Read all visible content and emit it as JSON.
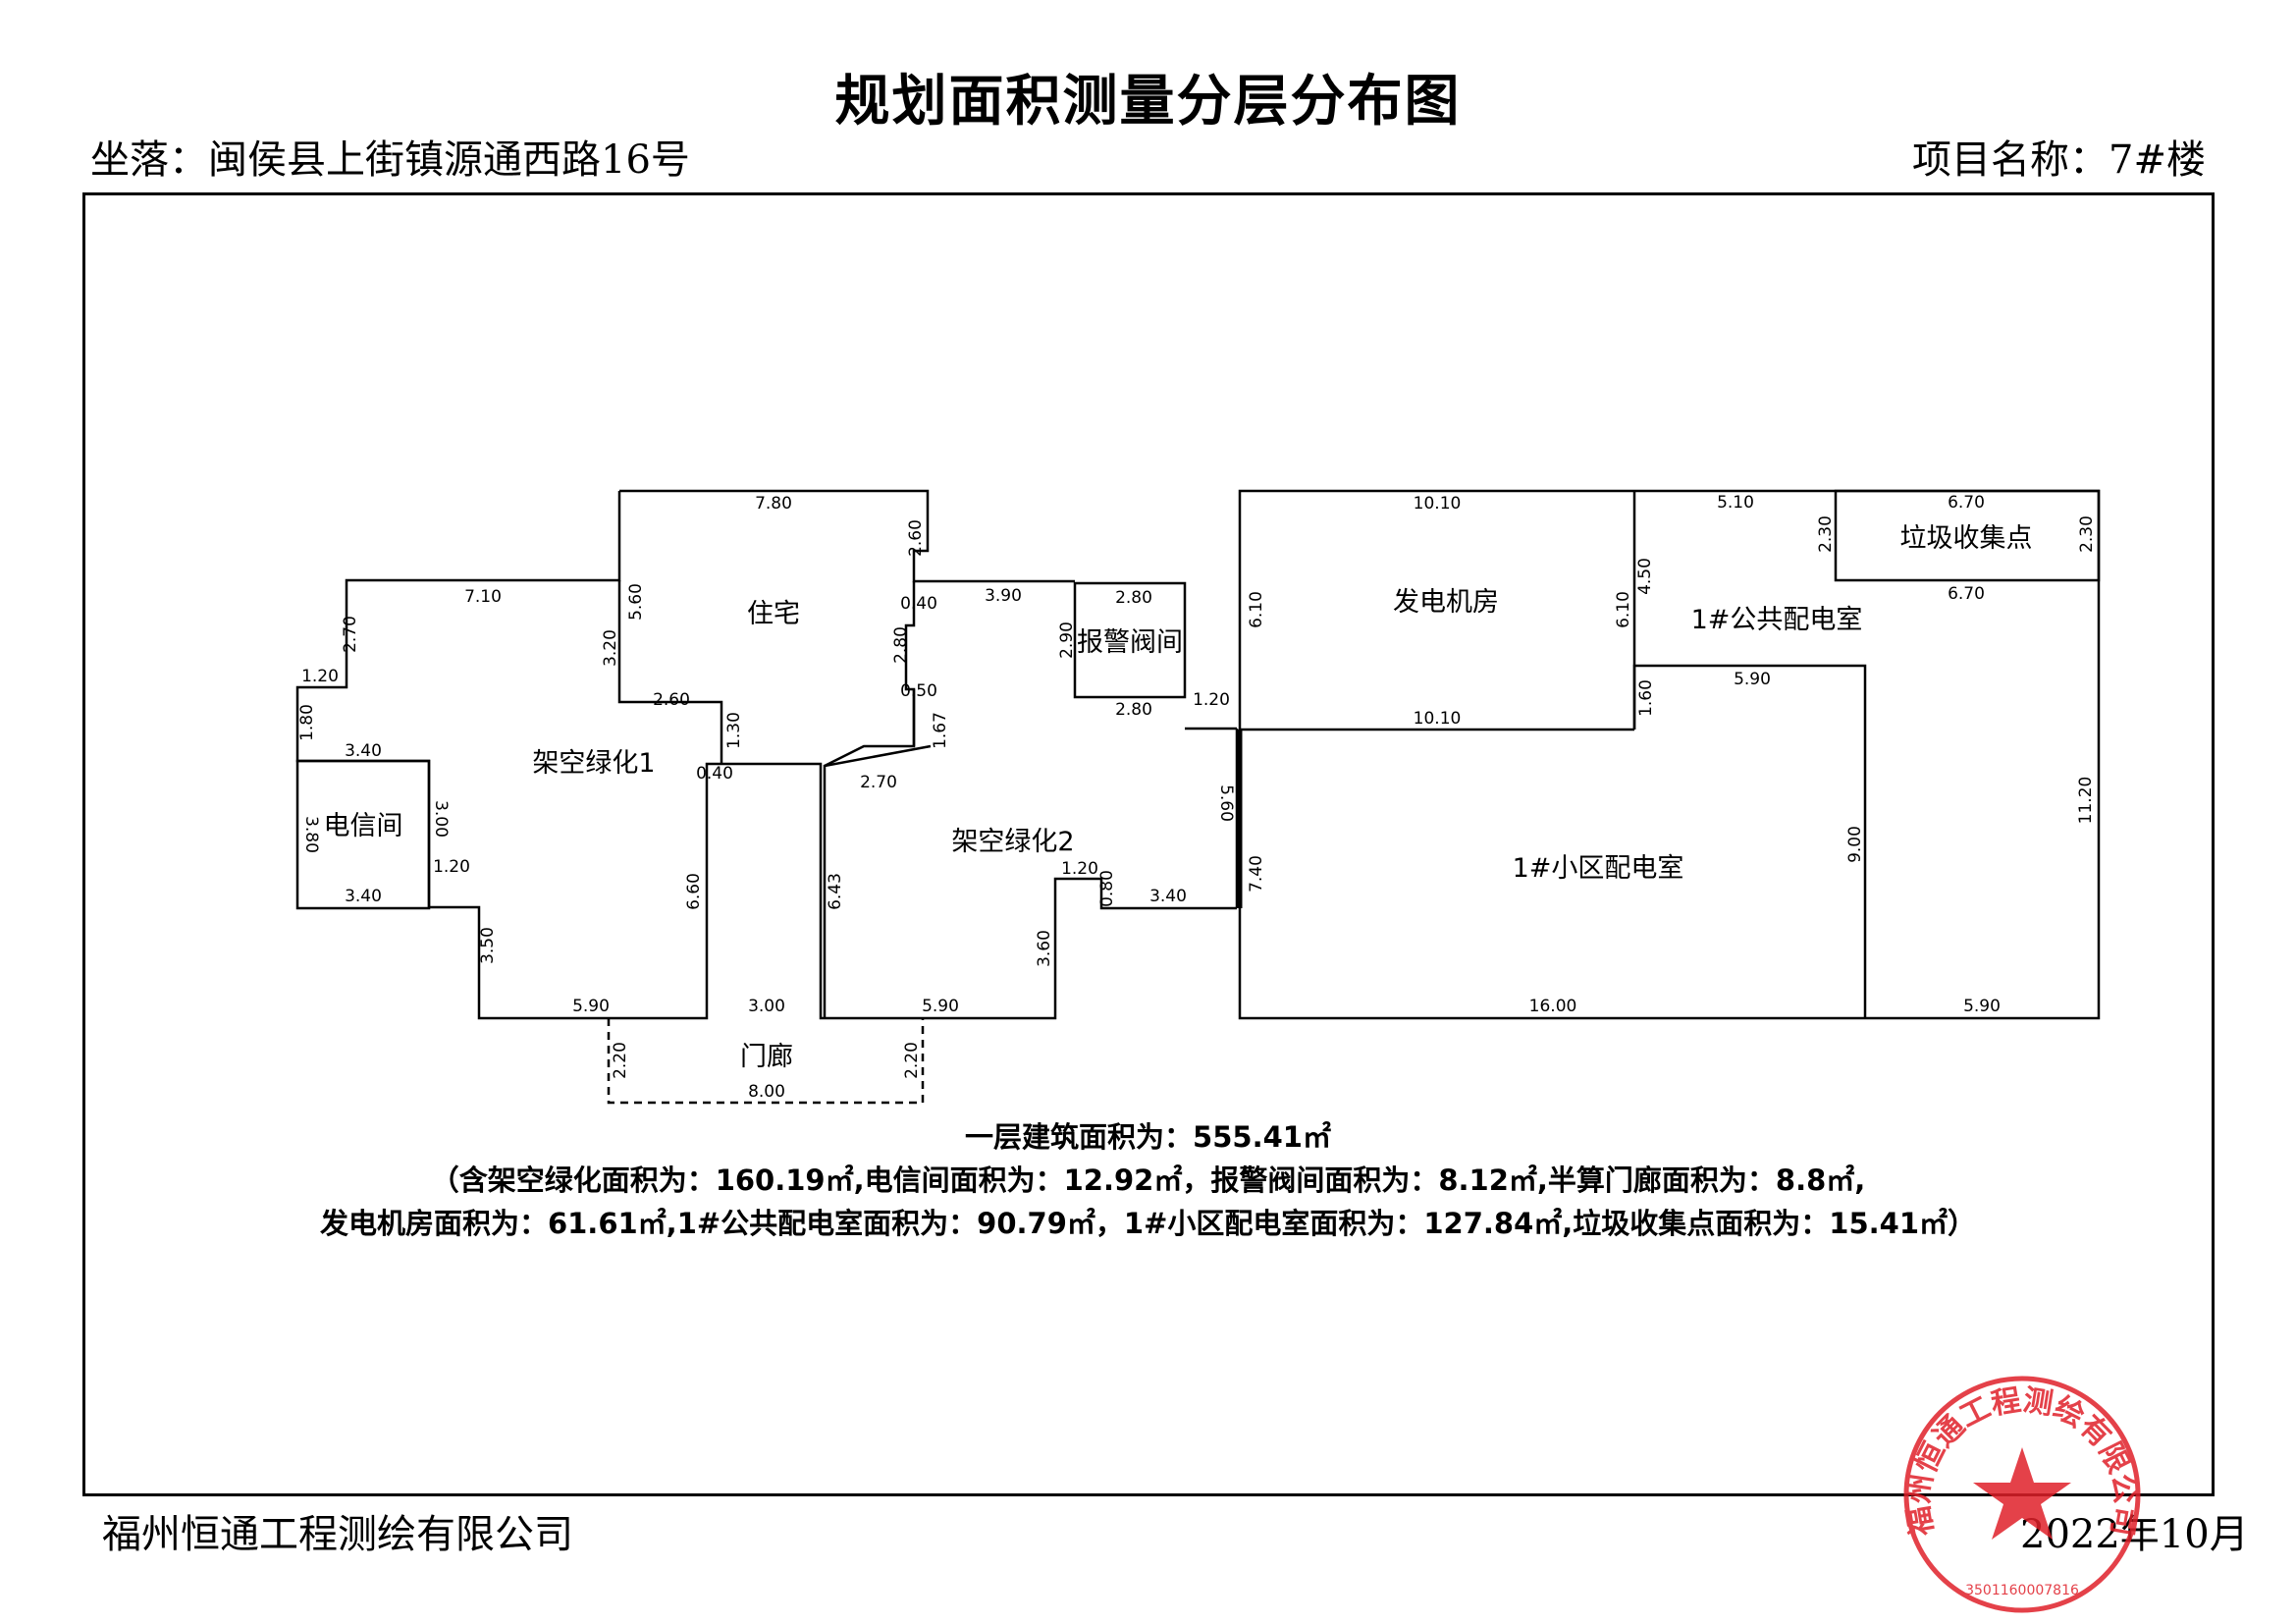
{
  "title": "规划面积测量分层分布图",
  "location": "坐落：闽侯县上街镇源通西路16号",
  "project": "项目名称：7#楼",
  "company": "福州恒通工程测绘有限公司",
  "date": "2022年10月",
  "rooms": {
    "zhuzhai": "住宅",
    "jiakong1": "架空绿化1",
    "jiakong2": "架空绿化2",
    "dianxin": "电信间",
    "baojing": "报警阀间",
    "menlang": "门廊",
    "fadian": "发电机房",
    "gonggong": "1#公共配电室",
    "laji": "垃圾收集点",
    "xiaoqu": "1#小区配电室"
  },
  "dimensions": {
    "d_7_10": "7.10",
    "d_7_80": "7.80",
    "d_2_60_top": "2.60",
    "d_0_40_a": "0.40",
    "d_3_90": "3.90",
    "d_2_80_top": "2.80",
    "d_2_90": "2.90",
    "d_2_80_bot": "2.80",
    "d_1_20_link": "1.20",
    "d_2_70_left": "2.70",
    "d_1_20_left": "1.20",
    "d_1_80": "1.80",
    "d_3_40_top": "3.40",
    "d_3_80": "3.80",
    "d_3_00": "3.00",
    "d_1_20_mid": "1.20",
    "d_3_40_bot": "3.40",
    "d_5_60": "5.60",
    "d_3_20": "3.20",
    "d_2_60_mid": "2.60",
    "d_1_30": "1.30",
    "d_0_40_b": "0.40",
    "d_6_60": "6.60",
    "d_3_50": "3.50",
    "d_5_90_a": "5.90",
    "d_3_00_bot": "3.00",
    "d_2_80_mid": "2.80",
    "d_0_50": "0.50",
    "d_1_67": "1.67",
    "d_2_70_mid": "2.70",
    "d_6_43": "6.43",
    "d_1_20_r": "1.20",
    "d_0_80": "0.80",
    "d_3_40_r": "3.40",
    "d_3_60": "3.60",
    "d_5_90_b": "5.90",
    "d_5_60_r": "5.60",
    "d_2_20_l": "2.20",
    "d_2_20_r": "2.20",
    "d_8_00": "8.00",
    "d_10_10_top": "10.10",
    "d_6_10_l": "6.10",
    "d_6_10_r": "6.10",
    "d_10_10_bot": "10.10",
    "d_7_40": "7.40",
    "d_5_10": "5.10",
    "d_6_70_top": "6.70",
    "d_2_30_l": "2.30",
    "d_2_30_r": "2.30",
    "d_6_70_bot": "6.70",
    "d_4_50": "4.50",
    "d_1_60": "1.60",
    "d_5_90_c": "5.90",
    "d_9_00": "9.00",
    "d_11_20": "11.20",
    "d_16_00": "16.00",
    "d_5_90_d": "5.90"
  },
  "summary": {
    "line1": "一层建筑面积为：555.41㎡",
    "line2": "（含架空绿化面积为：160.19㎡,电信间面积为：12.92㎡，报警阀间面积为：8.12㎡,半算门廊面积为：8.8㎡,",
    "line3": "发电机房面积为：61.61㎡,1#公共配电室面积为：90.79㎡，1#小区配电室面积为：127.84㎡,垃圾收集点面积为：15.41㎡）"
  },
  "stamp": {
    "text": "福州恒通工程测绘有限公司",
    "code": "3501160007816"
  },
  "colors": {
    "stamp": "#e0202a"
  }
}
